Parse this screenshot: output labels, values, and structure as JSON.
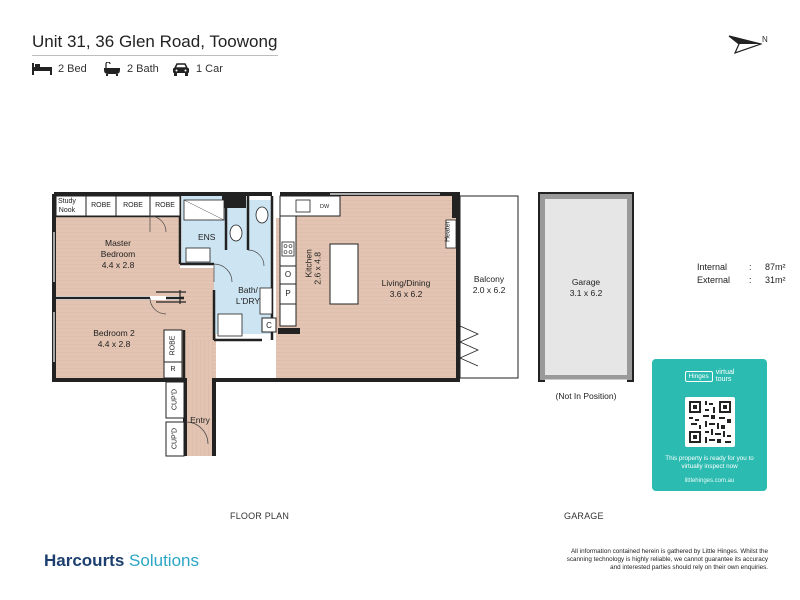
{
  "header": {
    "title": "Unit 31, 36 Glen Road, Toowong",
    "features": [
      {
        "icon": "bed-icon",
        "label": "2 Bed"
      },
      {
        "icon": "bath-icon",
        "label": "2 Bath"
      },
      {
        "icon": "car-icon",
        "label": "1 Car"
      }
    ],
    "north_label": "N"
  },
  "floor_plan": {
    "rooms": {
      "study_nook": "Study\nNook",
      "robe_1": "ROBE",
      "robe_2": "ROBE",
      "robe_3": "ROBE",
      "ensuite": "ENS",
      "master_name": "Master\nBedroom",
      "master_size": "4.4 x 2.8",
      "bedroom2_name": "Bedroom 2",
      "bedroom2_size": "4.4 x 2.8",
      "robe_vertical": "ROBE",
      "r_label": "R",
      "cupd_1": "CUP'D",
      "cupd_2": "CUP'D",
      "entry": "Entry",
      "bath_laundry": "Bath/\nL'DRY",
      "kitchen_name": "Kitchen",
      "kitchen_size": "2.6 x 4.8",
      "oven": "O",
      "pantry": "P",
      "cupboard": "C",
      "dishwasher": "DW",
      "living_name": "Living/Dining",
      "living_size": "3.6 x 6.2",
      "heater": "Heater",
      "balcony_name": "Balcony",
      "balcony_size": "2.0 x 6.2"
    },
    "caption": "FLOOR PLAN"
  },
  "garage": {
    "name": "Garage",
    "size": "3.1 x 6.2",
    "note": "(Not In Position)",
    "caption": "GARAGE"
  },
  "areas": [
    {
      "label": "Internal",
      "value": "87m²"
    },
    {
      "label": "External",
      "value": "31m²"
    }
  ],
  "qr_card": {
    "brand": "Hinges",
    "brand_suffix_1": "virtual",
    "brand_suffix_2": "tours",
    "text": "This property is ready for you to virtually inspect now",
    "url": "littlehinges.com.au",
    "color": "#2bbbb0"
  },
  "footer": {
    "logo_main": "Harcourts",
    "logo_sub": "Solutions",
    "disclaimer": "All information contained herein is gathered by Little Hinges. Whilst the scanning technology is highly reliable, we cannot guarantee its accuracy and interested parties should rely on their own enquiries.",
    "logo_colors": {
      "main": "#1c3f70",
      "sub": "#2aa6c4"
    }
  },
  "colors": {
    "floor_timber": "#e3c4b2",
    "wet_area": "#cde4f2",
    "wall": "#222222",
    "garage": "#9a9a9a"
  }
}
